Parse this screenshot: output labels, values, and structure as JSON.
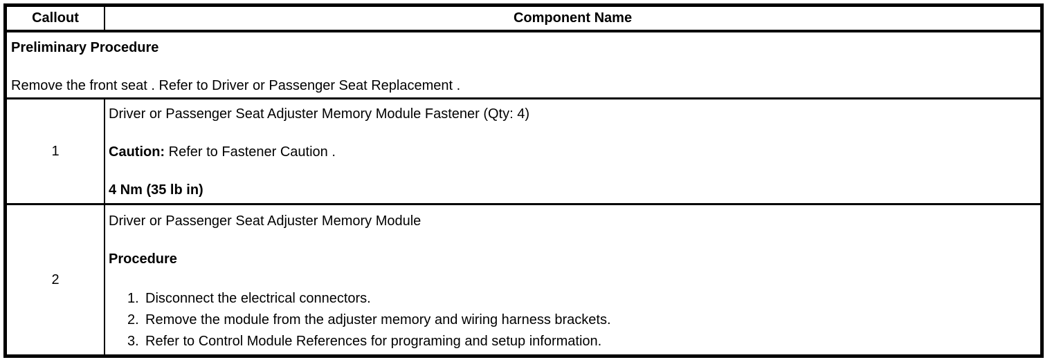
{
  "table": {
    "header": {
      "callout": "Callout",
      "component": "Component Name"
    },
    "preliminary": {
      "title": "Preliminary Procedure",
      "body": "Remove the front seat . Refer to Driver or Passenger Seat Replacement ."
    },
    "row1": {
      "callout": "1",
      "component_line": "Driver or Passenger Seat Adjuster Memory Module Fastener (Qty: 4)",
      "caution_label": "Caution:",
      "caution_text": "Refer to Fastener Caution .",
      "torque": "4 Nm (35 lb in)"
    },
    "row2": {
      "callout": "2",
      "component_line": "Driver or Passenger Seat Adjuster Memory Module",
      "procedure_heading": "Procedure",
      "steps": [
        {
          "num": "1.",
          "text": "Disconnect the electrical connectors."
        },
        {
          "num": "2.",
          "text": "Remove the module from the adjuster memory and wiring harness brackets."
        },
        {
          "num": "3.",
          "text": "Refer to Control Module References for programing and setup information."
        }
      ]
    }
  }
}
